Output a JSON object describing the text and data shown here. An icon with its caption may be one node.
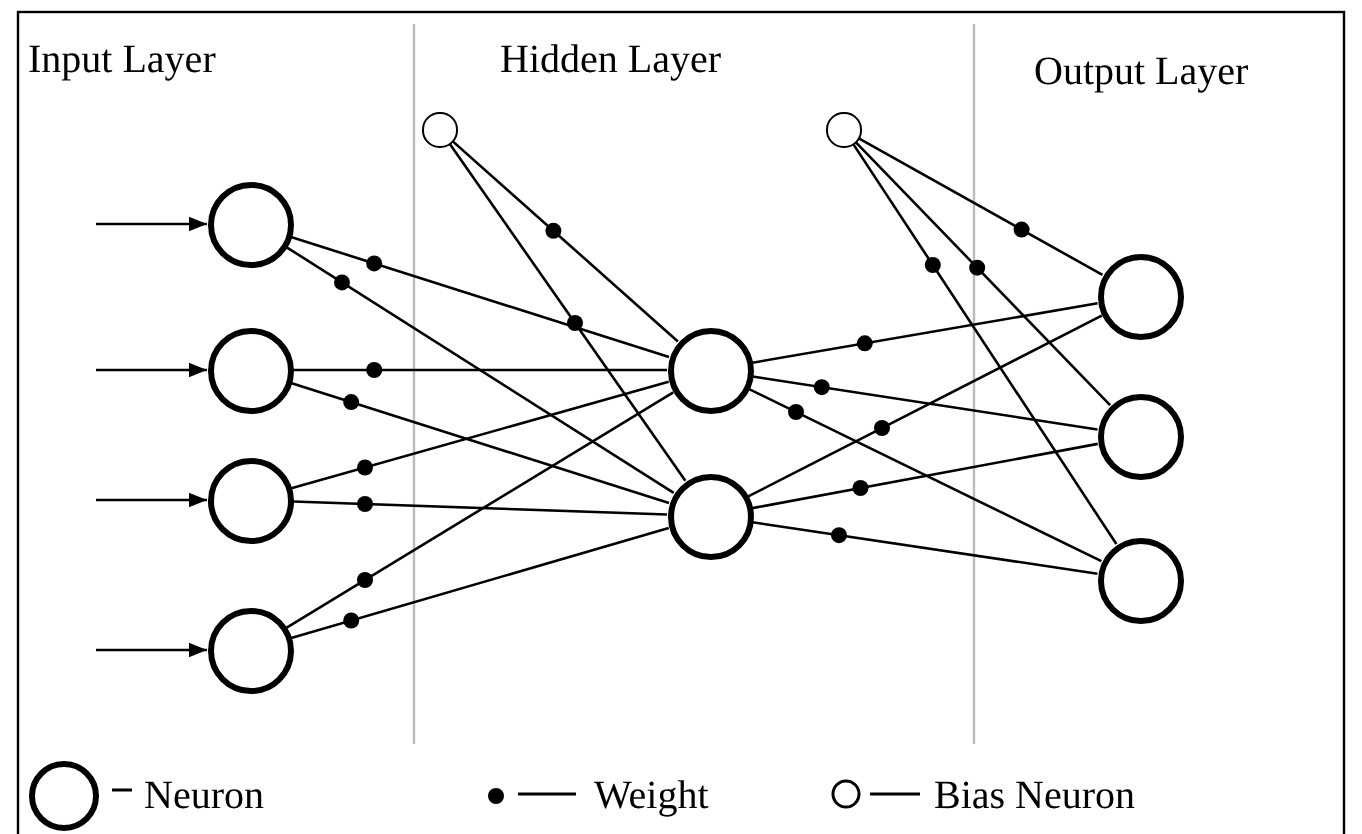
{
  "diagram": {
    "nodes": [
      {
        "text": [],
        "shape": "circle"
      },
      {
        "text": [],
        "shape": "circle"
      },
      {
        "text": [],
        "shape": "circle"
      },
      {
        "text": [],
        "shape": "circle"
      },
      {
        "text": [],
        "shape": "circle"
      },
      {
        "text": [],
        "shape": "circle"
      },
      {
        "text": [],
        "shape": "circle"
      },
      {
        "text": [],
        "shape": "circle"
      },
      {
        "text": [],
        "shape": "circle"
      },
      {
        "text": [],
        "shape": "circle"
      },
      {
        "text": [],
        "shape": "circle"
      }
    ],
    "edges": [
      {
        "from": null,
        "to": 0,
        "arrow": "to"
      },
      {
        "from": null,
        "to": 1,
        "arrow": "to"
      },
      {
        "from": null,
        "to": 2,
        "arrow": "to"
      },
      {
        "from": null,
        "to": 3,
        "arrow": "to"
      },
      {
        "from": 0,
        "to": 6,
        "arrow": "none"
      },
      {
        "from": 0,
        "to": 7,
        "arrow": "none"
      },
      {
        "from": 1,
        "to": 6,
        "arrow": "none"
      },
      {
        "from": 1,
        "to": 7,
        "arrow": "none"
      },
      {
        "from": 2,
        "to": 6,
        "arrow": "none"
      },
      {
        "from": 2,
        "to": 7,
        "arrow": "none"
      },
      {
        "from": 3,
        "to": 6,
        "arrow": "none"
      },
      {
        "from": 3,
        "to": 7,
        "arrow": "none"
      },
      {
        "from": 4,
        "to": 6,
        "arrow": "none"
      },
      {
        "from": 4,
        "to": 7,
        "arrow": "none"
      },
      {
        "from": 5,
        "to": 8,
        "arrow": "none"
      },
      {
        "from": 5,
        "to": 9,
        "arrow": "none"
      },
      {
        "from": 5,
        "to": 10,
        "arrow": "none"
      },
      {
        "from": 6,
        "to": 8,
        "arrow": "none"
      },
      {
        "from": 6,
        "to": 9,
        "arrow": "none"
      },
      {
        "from": 6,
        "to": 10,
        "arrow": "none"
      },
      {
        "from": 7,
        "to": 8,
        "arrow": "none"
      },
      {
        "from": 7,
        "to": 9,
        "arrow": "none"
      },
      {
        "from": 7,
        "to": 10,
        "arrow": "none"
      }
    ],
    "labels": [
      "Input Layer",
      "Hidden Layer",
      "Output Layer"
    ],
    "legend": [
      {
        "text": "Neuron"
      },
      {
        "text": "Weight"
      },
      {
        "text": "Bias Neuron"
      }
    ]
  }
}
